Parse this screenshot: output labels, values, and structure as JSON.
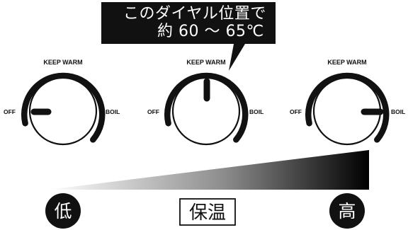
{
  "callout": {
    "line1": "このダイヤル位置で",
    "line2": "約 60 ～ 65℃"
  },
  "dials": [
    {
      "top_label": "KEEP WARM",
      "left_label": "OFF",
      "right_label": "BOIL",
      "pointer": "off"
    },
    {
      "top_label": "KEEP WARM",
      "left_label": "OFF",
      "right_label": "BOIL",
      "pointer": "keep-warm"
    },
    {
      "top_label": "KEEP WARM",
      "left_label": "OFF",
      "right_label": "BOIL",
      "pointer": "boil"
    }
  ],
  "scale": {
    "low_label": "低",
    "middle_label": "保温",
    "high_label": "高"
  },
  "colors": {
    "ink": "#111111",
    "background": "#ffffff"
  }
}
